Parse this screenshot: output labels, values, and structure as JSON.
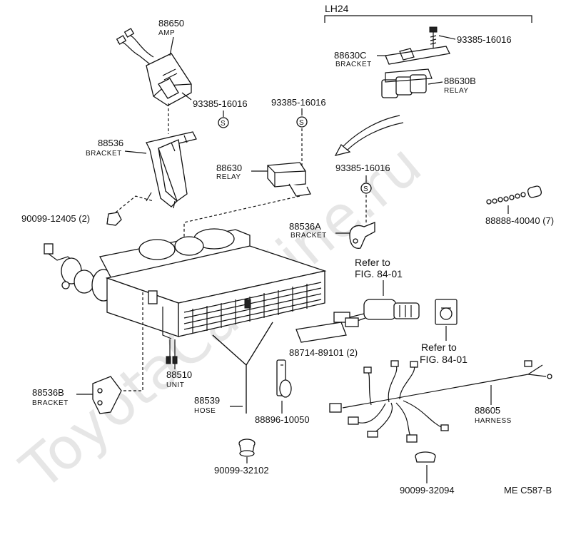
{
  "watermark": "ToyotaCarMine.ru",
  "variant_label": "LH24",
  "diagram_code": "ME  C587-B",
  "parts": {
    "amp": {
      "number": "88650",
      "name": "AMP"
    },
    "screw_amp": {
      "number": "93385-16016"
    },
    "screw_relay": {
      "number": "93385-16016"
    },
    "screw_bracket_a": {
      "number": "93385-16016"
    },
    "screw_lh24": {
      "number": "93385-16016"
    },
    "bracket_88630c": {
      "number": "88630C",
      "name": "BRACKET"
    },
    "relay_88630b": {
      "number": "88630B",
      "name": "RELAY"
    },
    "bracket_88536": {
      "number": "88536",
      "name": "BRACKET"
    },
    "relay_88630": {
      "number": "88630",
      "name": "RELAY"
    },
    "nut_90099_12405": {
      "number": "90099-12405 (2)"
    },
    "bracket_88536a": {
      "number": "88536A",
      "name": "BRACKET"
    },
    "bulb_88888": {
      "number": "88888-40040 (7)"
    },
    "ref_1": {
      "text": "Refer to",
      "fig": "FIG. 84-01"
    },
    "ref_2": {
      "text": "Refer to",
      "fig": "FIG. 84-01"
    },
    "pad_88714": {
      "number": "88714-89101 (2)"
    },
    "unit_88510": {
      "number": "88510",
      "name": "UNIT"
    },
    "bracket_88536b": {
      "number": "88536B",
      "name": "BRACKET"
    },
    "hose_88539": {
      "number": "88539",
      "name": "HOSE"
    },
    "clip_88896": {
      "number": "88896-10050"
    },
    "harness_88605": {
      "number": "88605",
      "name": "HARNESS"
    },
    "grommet_90099_32102": {
      "number": "90099-32102"
    },
    "grommet_90099_32094": {
      "number": "90099-32094"
    }
  },
  "screw_symbol": "S"
}
